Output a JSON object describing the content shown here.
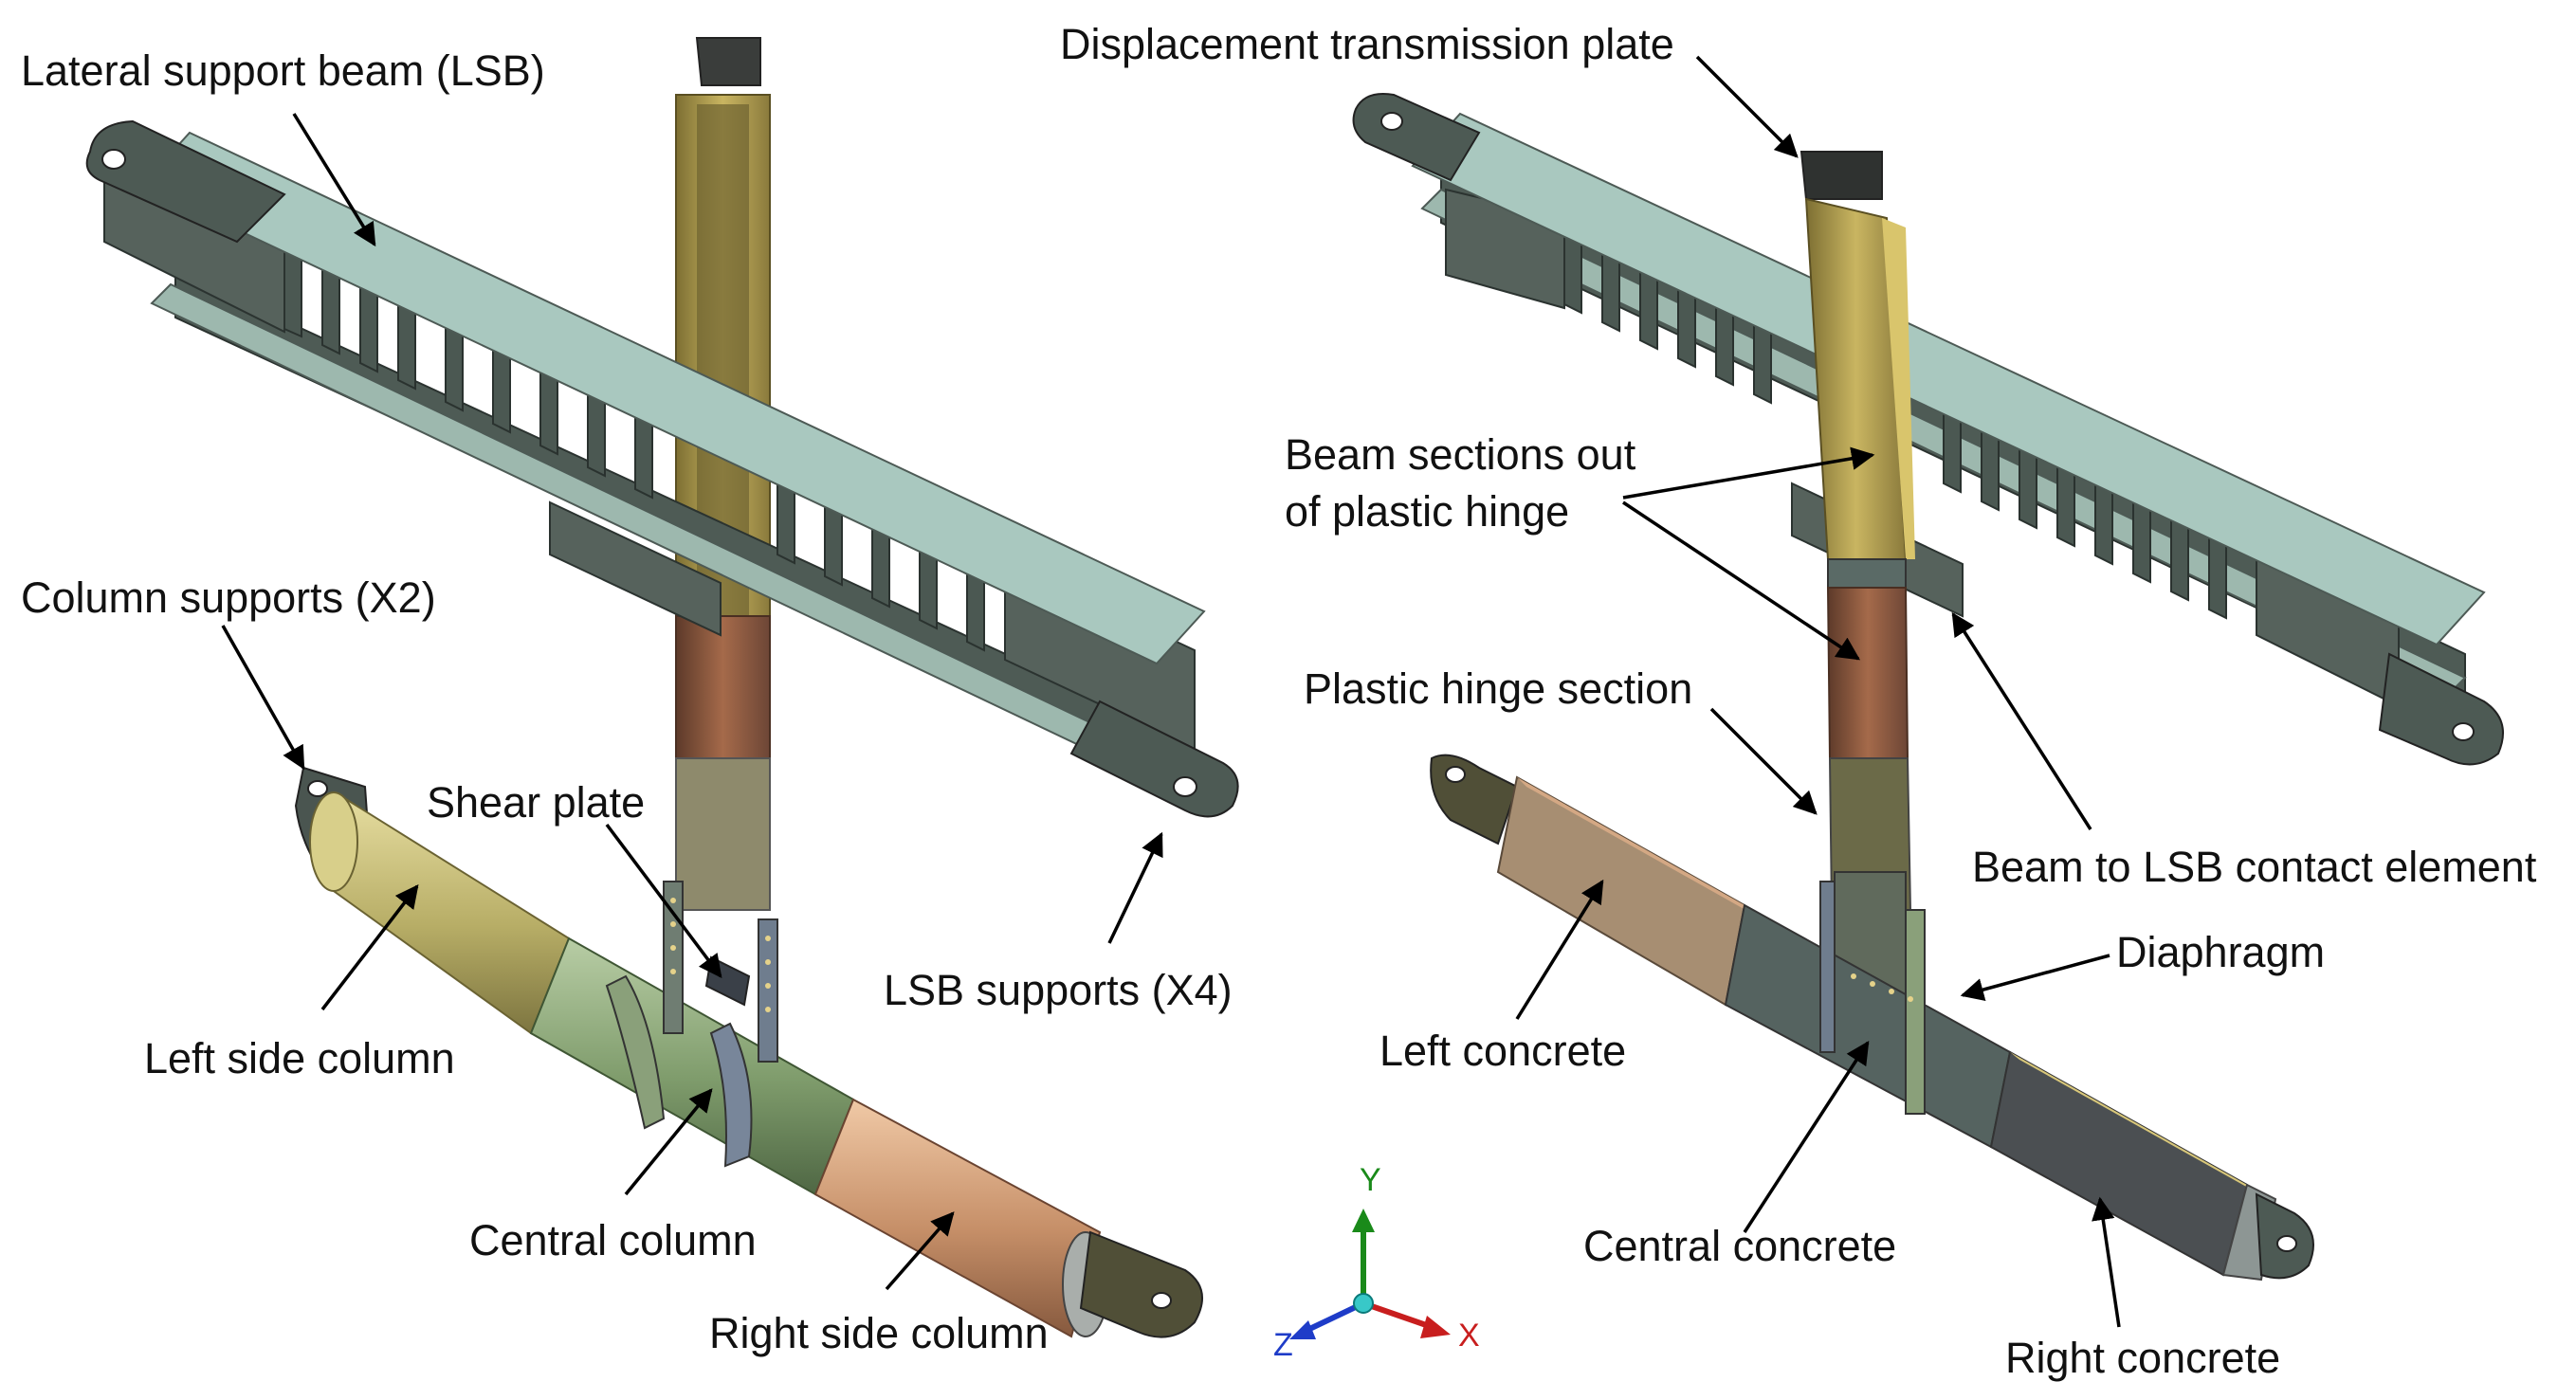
{
  "labels": {
    "lsb": "Lateral support beam (LSB)",
    "column_supports": "Column supports (X2)",
    "shear_plate": "Shear plate",
    "lsb_supports": "LSB supports (X4)",
    "left_side_column": "Left side column",
    "central_column": "Central column",
    "right_side_column": "Right side column",
    "displacement_plate": "Displacement transmission plate",
    "beam_sections_line1": "Beam sections out",
    "beam_sections_line2": "of plastic hinge",
    "plastic_hinge": "Plastic hinge section",
    "contact_element": "Beam to LSB contact element",
    "diaphragm": "Diaphragm",
    "left_concrete": "Left concrete",
    "central_concrete": "Central concrete",
    "right_concrete": "Right concrete"
  },
  "axes": {
    "y": "Y",
    "x": "X",
    "z": "Z"
  },
  "colors": {
    "steel": "#a7c6bd",
    "steel_dark": "#45514b",
    "beam_gold": "#b8a45a",
    "beam_copper": "#b5785a",
    "column_yellow": "#c9bf7a",
    "column_green": "#8aa678",
    "column_tan": "#d4a884",
    "concrete_olive": "#6b6a48",
    "concrete_slate": "#5a6460",
    "axis_y": "#1a8a1a",
    "axis_x": "#c81e1e",
    "axis_z": "#1e3cc8"
  }
}
